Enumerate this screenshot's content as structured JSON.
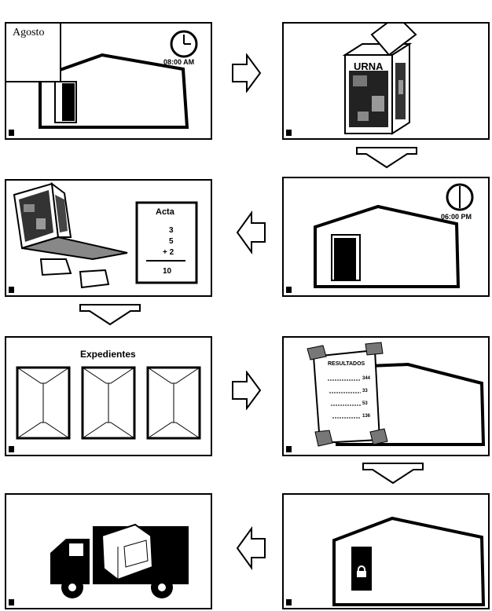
{
  "panels": {
    "p1": {
      "calendar_label": "Agosto",
      "time": "08:00 AM"
    },
    "p2": {
      "box_label": "URNA"
    },
    "p3": {
      "time": "06:00 PM"
    },
    "p4": {
      "sheet_title": "Acta",
      "values": [
        "3",
        "5",
        "+ 2"
      ],
      "total": "10"
    },
    "p5": {
      "title": "Expedientes"
    },
    "p6": {
      "poster_title": "RESULTADOS",
      "rows": [
        "344",
        "33",
        "53",
        "136"
      ]
    }
  },
  "colors": {
    "ink": "#000000",
    "paper": "#ffffff",
    "grey": "#777777"
  },
  "icons": [
    "clock-icon",
    "ballot-box-icon",
    "computer-icon",
    "envelope-icon",
    "truck-icon",
    "padlock-icon",
    "arrow-right-icon",
    "arrow-down-icon",
    "arrow-left-icon"
  ]
}
